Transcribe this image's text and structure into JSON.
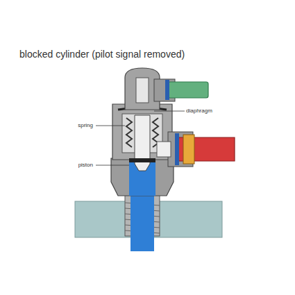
{
  "diagram": {
    "title": "blocked cylinder (pilot signal removed)",
    "labels": [
      "diaphragm",
      "spring",
      "piston"
    ]
  }
}
